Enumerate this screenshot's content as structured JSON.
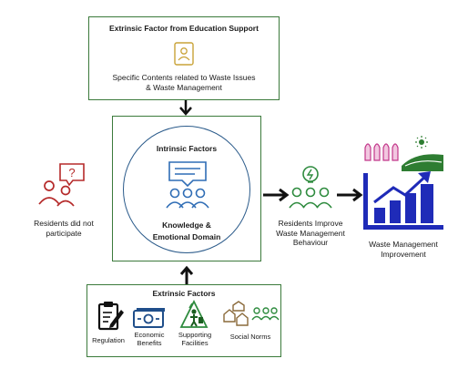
{
  "top_box": {
    "title": "Extrinsic Factor from Education Support",
    "content_line1": "Specific Contents related to Waste Issues",
    "content_line2": "& Waste Management",
    "icon": "document-person-icon"
  },
  "center_box": {
    "title": "Intrinsic Factors",
    "label_line1": "Knowledge &",
    "label_line2": "Emotional Domain",
    "icon": "group-discussion-icon"
  },
  "left_node": {
    "line1": "Residents did not",
    "line2": "participate",
    "icon": "people-question-icon"
  },
  "behaviour_node": {
    "line1": "Residents Improve",
    "line2": "Waste Management",
    "line3": "Behaviour",
    "icon": "people-idea-icon"
  },
  "outcome_node": {
    "line1": "Waste Management",
    "line2": "Improvement",
    "icon": "growth-chart-icon"
  },
  "bottom_box": {
    "title": "Extrinsic Factors",
    "items": [
      {
        "label": "Regulation",
        "icon": "clipboard-pen-icon"
      },
      {
        "label_line1": "Economic",
        "label_line2": "Benefits",
        "icon": "money-icon"
      },
      {
        "label_line1": "Supporting",
        "label_line2": "Facilities",
        "icon": "recycling-person-icon"
      },
      {
        "label": "Social Norms",
        "icon": "community-icon"
      }
    ]
  },
  "colors": {
    "box_border": "#3b7a3b",
    "circle_border": "#2a5a8a",
    "blue_icon": "#2f6db5",
    "red_icon": "#b52a2a",
    "green_icon": "#2e8b3e",
    "navy_chart": "#1f2bb8"
  }
}
